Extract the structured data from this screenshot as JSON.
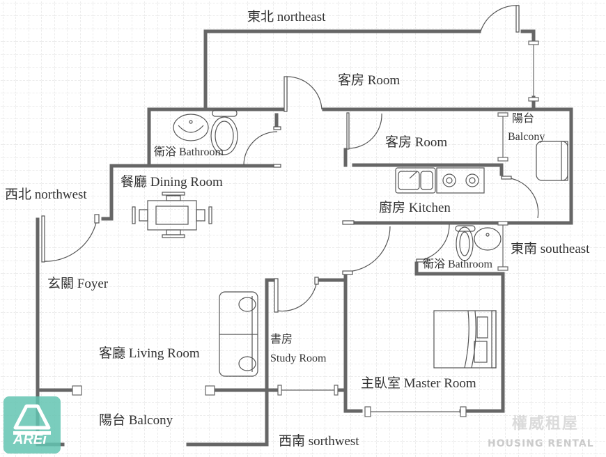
{
  "colors": {
    "wall": "#666666",
    "fixture": "#555555",
    "grid": "#dcdcdc",
    "label": "#333333",
    "logo": "#63c4b2"
  },
  "directions": {
    "northeast": "東北 northeast",
    "northwest": "西北 northwest",
    "southeast": "東南 southeast",
    "southwest": "西南 sorthwest"
  },
  "rooms": {
    "guest_room_1": "客房 Room",
    "guest_room_2": "客房 Room",
    "bathroom_1": "衛浴 Bathroom",
    "dining_room": "餐廳 Dining Room",
    "balcony_east_cn": "陽台",
    "balcony_east_en": "Balcony",
    "kitchen": "廚房 Kitchen",
    "bathroom_2": "衛浴 Bathroom",
    "foyer": "玄關 Foyer",
    "living_room": "客廳 Living Room",
    "study_cn": "書房",
    "study_en": "Study Room",
    "master_room": "主臥室 Master Room",
    "balcony_south": "陽台 Balcony"
  },
  "logo": {
    "text": "AREi",
    "icon": "house-roof-icon"
  },
  "watermark": {
    "cn": "權威租屋",
    "en": "HOUSING RENTAL"
  }
}
